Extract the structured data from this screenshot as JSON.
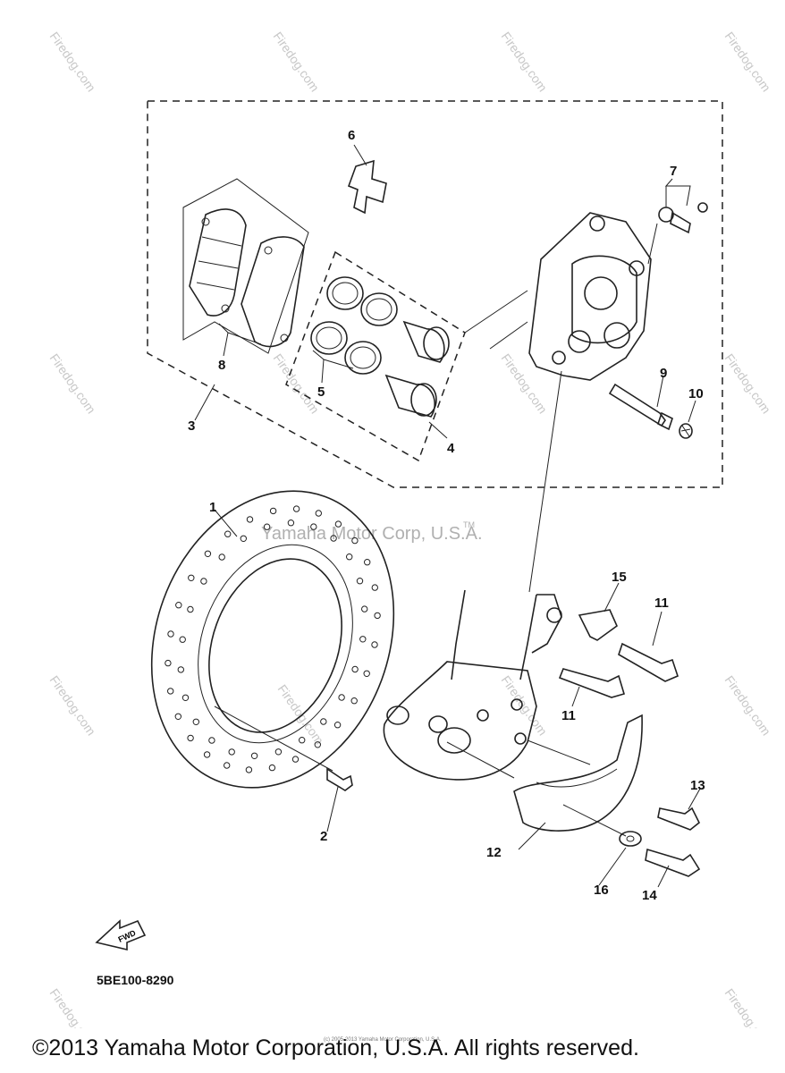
{
  "callouts": [
    {
      "id": "1",
      "label": "1"
    },
    {
      "id": "2",
      "label": "2"
    },
    {
      "id": "3",
      "label": "3"
    },
    {
      "id": "4",
      "label": "4"
    },
    {
      "id": "5",
      "label": "5"
    },
    {
      "id": "6",
      "label": "6"
    },
    {
      "id": "7",
      "label": "7"
    },
    {
      "id": "8",
      "label": "8"
    },
    {
      "id": "9",
      "label": "9"
    },
    {
      "id": "10",
      "label": "10"
    },
    {
      "id": "11a",
      "label": "11"
    },
    {
      "id": "11b",
      "label": "11"
    },
    {
      "id": "12",
      "label": "12"
    },
    {
      "id": "13",
      "label": "13"
    },
    {
      "id": "14",
      "label": "14"
    },
    {
      "id": "15",
      "label": "15"
    },
    {
      "id": "16",
      "label": "16"
    }
  ],
  "watermark_center": "Yamaha Motor Corp, U.S.A.",
  "watermark_tm": "TM",
  "watermark_site": "Firedog.com",
  "fwd_label": "FWD",
  "part_number": "5BE100-8290",
  "copyright": "©2013 Yamaha Motor Corporation, U.S.A. All rights reserved.",
  "tiny_copyright": "(c) 2005-2013 Yamaha Motor Corporation, U.S.A."
}
